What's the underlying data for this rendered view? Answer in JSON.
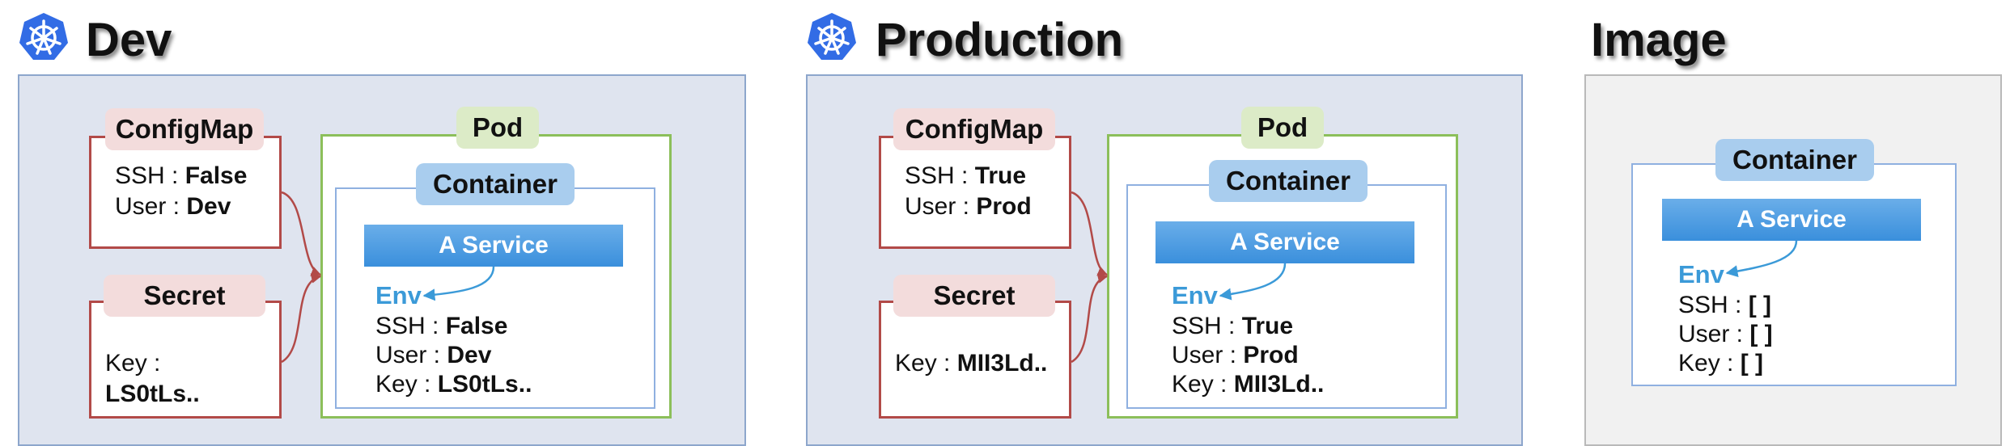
{
  "sections": {
    "dev": {
      "title": "Dev",
      "configmap": {
        "label": "ConfigMap",
        "rows": [
          {
            "key": "SSH  :",
            "value": "False"
          },
          {
            "key": "User :",
            "value": "Dev"
          }
        ]
      },
      "secret": {
        "label": "Secret",
        "key": "Key :",
        "value": "LS0tLs.."
      },
      "pod": {
        "label": "Pod",
        "container": {
          "label": "Container",
          "service": "A Service",
          "env": "Env",
          "rows": [
            {
              "key": "SSH  :",
              "value": "False"
            },
            {
              "key": "User :",
              "value": "Dev"
            },
            {
              "key": "Key  :",
              "value": "LS0tLs.."
            }
          ]
        }
      }
    },
    "prod": {
      "title": "Production",
      "configmap": {
        "label": "ConfigMap",
        "rows": [
          {
            "key": "SSH  :",
            "value": "True"
          },
          {
            "key": "User :",
            "value": "Prod"
          }
        ]
      },
      "secret": {
        "label": "Secret",
        "key": "Key :",
        "value": "MII3Ld.."
      },
      "pod": {
        "label": "Pod",
        "container": {
          "label": "Container",
          "service": "A Service",
          "env": "Env",
          "rows": [
            {
              "key": "SSH  :",
              "value": "True"
            },
            {
              "key": "User :",
              "value": "Prod"
            },
            {
              "key": "Key  :",
              "value": "MII3Ld.."
            }
          ]
        }
      }
    },
    "image": {
      "title": "Image",
      "container": {
        "label": "Container",
        "service": "A Service",
        "env": "Env",
        "rows": [
          {
            "key": "SSH  :",
            "value": "[     ]"
          },
          {
            "key": "User :",
            "value": "[     ]"
          },
          {
            "key": "Key  :",
            "value": "[     ]"
          }
        ]
      }
    }
  },
  "colors": {
    "kubernetes_blue": "#326ce5",
    "secret_border": "#b24a48",
    "pod_border": "#8cbf5a",
    "container_border": "#8fb0e0",
    "env_text": "#3b9ad8",
    "env_panel_bg": "#dfe4ef",
    "image_panel_bg": "#f1f1f1"
  },
  "icons": [
    "kubernetes-helm-icon"
  ]
}
